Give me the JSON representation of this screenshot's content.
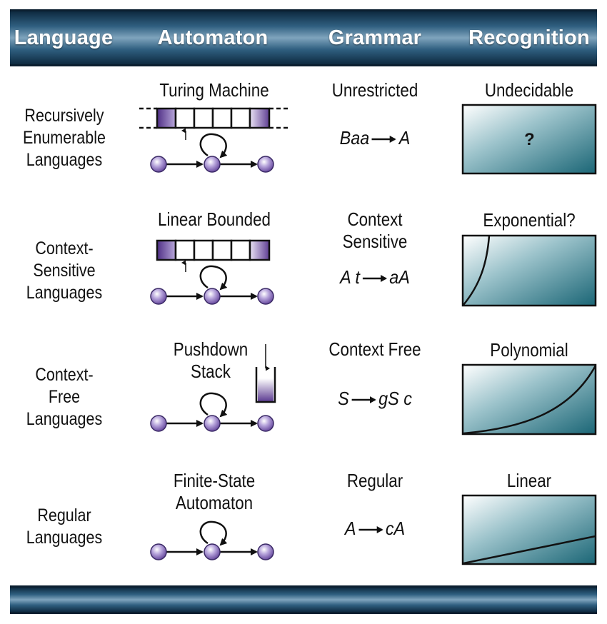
{
  "headers": {
    "language": "Language",
    "automaton": "Automaton",
    "grammar": "Grammar",
    "recognition": "Recognition"
  },
  "rows": [
    {
      "language": [
        "Recursively",
        "Enumerable",
        "Languages"
      ],
      "automaton": [
        "Turing Machine"
      ],
      "grammar": [
        "Unrestricted"
      ],
      "rule_left": "Baa",
      "rule_right": "A",
      "recognition": "Undecidable",
      "recognition_mark": "?"
    },
    {
      "language": [
        "Context-",
        "Sensitive",
        "Languages"
      ],
      "automaton": [
        "Linear Bounded"
      ],
      "grammar": [
        "Context",
        "Sensitive"
      ],
      "rule_left": "A t",
      "rule_right": "aA",
      "recognition": "Exponential?"
    },
    {
      "language": [
        "Context-",
        "Free",
        "Languages"
      ],
      "automaton": [
        "Pushdown",
        "Stack"
      ],
      "grammar": [
        "Context Free"
      ],
      "rule_left": "S",
      "rule_right": "gS c",
      "recognition": "Polynomial"
    },
    {
      "language": [
        "Regular",
        "Languages"
      ],
      "automaton": [
        "Finite-State",
        "Automaton"
      ],
      "grammar": [
        "Regular"
      ],
      "rule_left": "A",
      "rule_right": "cA",
      "recognition": "Linear"
    }
  ],
  "colors": {
    "header_bar": "#2f5f80",
    "state_node": "#a58fce",
    "tape_cell": "#7a5aa6",
    "recognition_box": "#1f6f7e"
  }
}
